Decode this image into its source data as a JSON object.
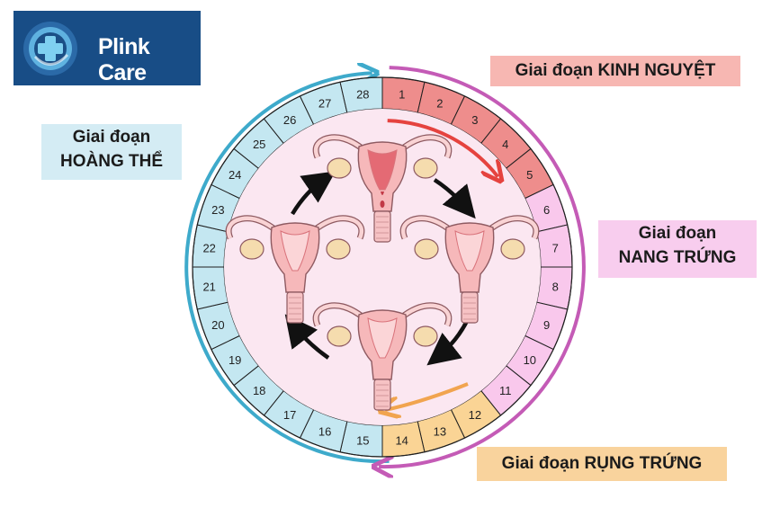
{
  "brand": {
    "name": "Plink Care",
    "logo_icon": "medical-cross-circle-icon",
    "bg_color": "#184d86"
  },
  "phases": {
    "menstrual": {
      "label": "Giai đoạn KINH NGUYỆT",
      "color": "#f7b7b2",
      "day_color": "#ee8d8c",
      "days": [
        1,
        5
      ]
    },
    "follicular": {
      "line1": "Giai đoạn",
      "line2": "NANG TRỨNG",
      "color": "#f8cdee",
      "day_color": "#f9c8ec",
      "days": [
        6,
        11
      ]
    },
    "ovulation": {
      "label": "Giai đoạn RỤNG TRỨNG",
      "color": "#f9d39d",
      "day_color": "#fad495",
      "days": [
        12,
        14
      ]
    },
    "luteal": {
      "line1": "Giai đoạn",
      "line2": "HOÀNG THỂ",
      "color": "#d4ecf4",
      "day_color": "#c4e7f1",
      "days": [
        15,
        28
      ]
    }
  },
  "cycle_days": [
    "1",
    "2",
    "3",
    "4",
    "5",
    "6",
    "7",
    "8",
    "9",
    "10",
    "11",
    "12",
    "13",
    "14",
    "15",
    "16",
    "17",
    "18",
    "19",
    "20",
    "21",
    "22",
    "23",
    "24",
    "25",
    "26",
    "27",
    "28"
  ],
  "colors": {
    "outer_arc_blue": "#3eaacb",
    "outer_arc_purple": "#c45bb6",
    "inner_fill": "#fbe7f1",
    "arrow_red": "#e5433f",
    "arrow_orange": "#f1a44f",
    "uterus_fill": "#f6b8ba",
    "uterus_outline": "#8e5a61",
    "ovary": "#f5dcae"
  }
}
